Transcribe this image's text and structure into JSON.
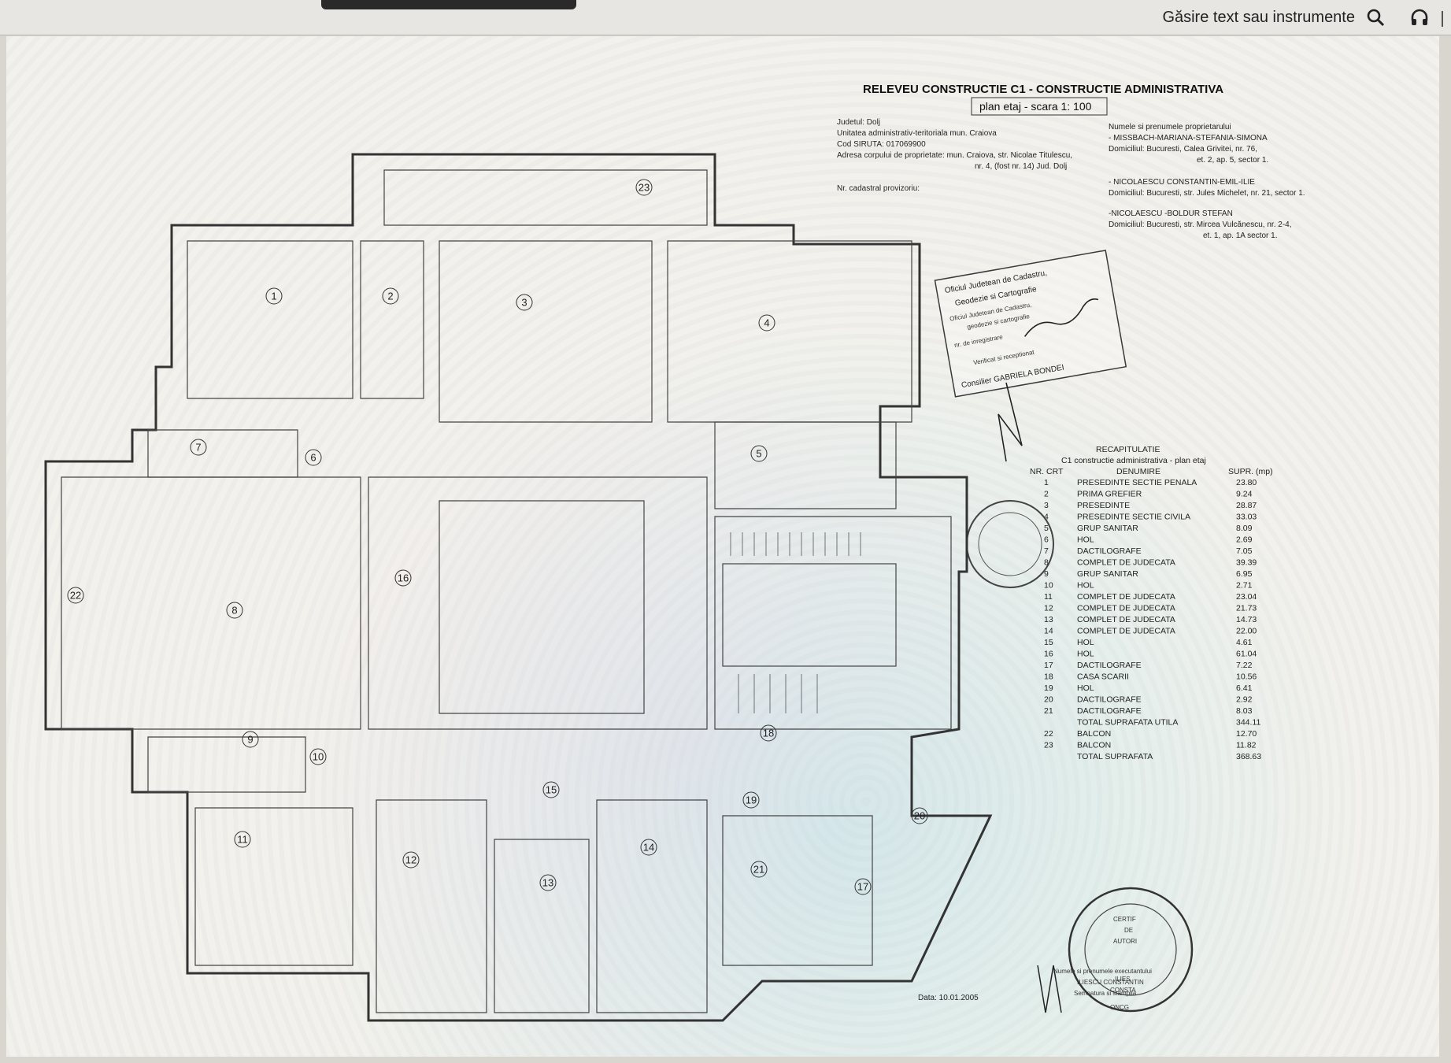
{
  "toolbar": {
    "find_label": "Găsire text sau instrumente",
    "search_icon": "search-icon",
    "headset_icon": "headset-icon"
  },
  "plan": {
    "title": "RELEVEU CONSTRUCTIE C1 - CONSTRUCTIE ADMINISTRATIVA",
    "subtitle": "plan etaj - scara 1: 100",
    "info_lines": [
      "Judetul: Dolj",
      "Unitatea administrativ-teritoriala mun. Craiova",
      "Cod SIRUTA: 017069900",
      "Adresa corpului de proprietate: mun. Craiova, str. Nicolae Titulescu,",
      "nr. 4, (fost nr. 14) Jud. Dolj",
      "Nr. cadastral provizoriu:"
    ],
    "owners_lines": [
      "Numele si prenumele proprietarului",
      "- MISSBACH-MARIANA-STEFANIA-SIMONA",
      "Domiciliul: Bucuresti, Calea Grivitei, nr. 76,",
      "et. 2, ap. 5, sector 1.",
      "- NICOLAESCU CONSTANTIN-EMIL-ILIE",
      "Domiciliul: Bucuresti, str. Jules Michelet, nr. 21, sector 1.",
      "-NICOLAESCU -BOLDUR STEFAN",
      "Domiciliul: Bucuresti, str. Mircea Vulcănescu, nr. 2-4,",
      "et. 1, ap. 1A sector 1."
    ],
    "stamp_lines": [
      "Oficiul Judetean de Cadastru,",
      "Geodezie si Cartografie",
      "Oficiul Judetean de Cadastru,",
      "geodezie si cartografie",
      "nr. de inregistrare",
      "Verificat si receptionat",
      "Consilier GABRIELA BONDEI"
    ],
    "date": "Data: 10.01.2005",
    "round_stamp_lines": [
      "CERTIF",
      "DE",
      "AUTORI",
      "ILIES",
      "CONSTA",
      "ONCG"
    ],
    "signature_lines": [
      "Numele si prenumele executantului",
      "ILIESCU CONSTANTIN",
      "Semnatura si stampila"
    ],
    "room_numbers": [
      "1",
      "2",
      "3",
      "4",
      "5",
      "6",
      "7",
      "8",
      "9",
      "10",
      "11",
      "12",
      "13",
      "14",
      "15",
      "16",
      "17",
      "18",
      "19",
      "20",
      "21",
      "22",
      "23"
    ]
  },
  "recap": {
    "title": "RECAPITULATIE",
    "subtitle": "C1 constructie administrativa - plan etaj",
    "columns": [
      "NR. CRT",
      "DENUMIRE",
      "SUPR. (mp)"
    ],
    "rows": [
      [
        "1",
        "PRESEDINTE SECTIE PENALA",
        "23.80"
      ],
      [
        "2",
        "PRIMA GREFIER",
        "9.24"
      ],
      [
        "3",
        "PRESEDINTE",
        "28.87"
      ],
      [
        "4",
        "PRESEDINTE SECTIE CIVILA",
        "33.03"
      ],
      [
        "5",
        "GRUP SANITAR",
        "8.09"
      ],
      [
        "6",
        "HOL",
        "2.69"
      ],
      [
        "7",
        "DACTILOGRAFE",
        "7.05"
      ],
      [
        "8",
        "COMPLET DE JUDECATA",
        "39.39"
      ],
      [
        "9",
        "GRUP SANITAR",
        "6.95"
      ],
      [
        "10",
        "HOL",
        "2.71"
      ],
      [
        "11",
        "COMPLET DE JUDECATA",
        "23.04"
      ],
      [
        "12",
        "COMPLET DE JUDECATA",
        "21.73"
      ],
      [
        "13",
        "COMPLET DE JUDECATA",
        "14.73"
      ],
      [
        "14",
        "COMPLET DE JUDECATA",
        "22.00"
      ],
      [
        "15",
        "HOL",
        "4.61"
      ],
      [
        "16",
        "HOL",
        "61.04"
      ],
      [
        "17",
        "DACTILOGRAFE",
        "7.22"
      ],
      [
        "18",
        "CASA SCARII",
        "10.56"
      ],
      [
        "19",
        "HOL",
        "6.41"
      ],
      [
        "20",
        "DACTILOGRAFE",
        "2.92"
      ],
      [
        "21",
        "DACTILOGRAFE",
        "8.03"
      ]
    ],
    "total_util": [
      "",
      "TOTAL SUPRAFATA UTILA",
      "344.11"
    ],
    "extra_rows": [
      [
        "22",
        "BALCON",
        "12.70"
      ],
      [
        "23",
        "BALCON",
        "11.82"
      ]
    ],
    "total": [
      "",
      "TOTAL SUPRAFATA",
      "368.63"
    ]
  }
}
